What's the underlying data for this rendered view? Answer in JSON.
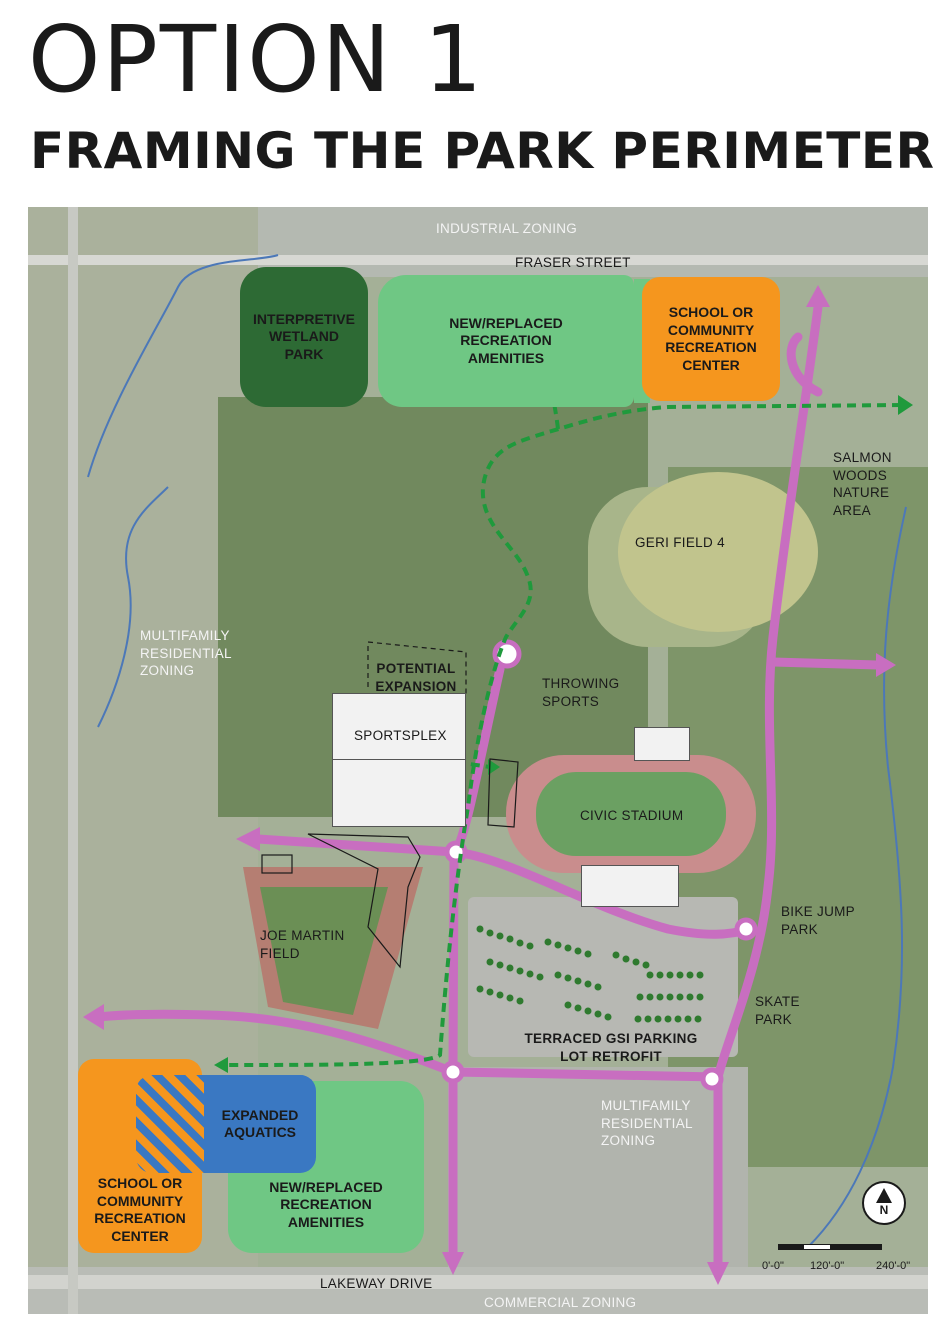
{
  "title": "OPTION 1",
  "subtitle": "FRAMING THE PARK PERIMETER",
  "zones": {
    "wetland": "INTERPRETIVE WETLAND PARK",
    "recreation_north": "NEW/REPLACED RECREATION AMENITIES",
    "school_north": "SCHOOL OR COMMUNITY RECREATION CENTER",
    "aquatics": "EXPANDED AQUATICS",
    "school_south": "SCHOOL OR COMMUNITY RECREATION CENTER",
    "recreation_south": "NEW/REPLACED RECREATION AMENITIES"
  },
  "labels": {
    "industrial": "INDUSTRIAL ZONING",
    "fraser": "FRASER STREET",
    "salmon_woods": "SALMON WOODS NATURE AREA",
    "geri": "GERI FIELD 4",
    "multifamily_west": "MULTIFAMILY RESIDENTIAL ZONING",
    "potential": "POTENTIAL EXPANSION",
    "throwing": "THROWING SPORTS",
    "sportsplex": "SPORTSPLEX",
    "stadium": "CIVIC STADIUM",
    "bike_jump": "BIKE JUMP PARK",
    "joe_martin": "JOE MARTIN FIELD",
    "skate": "SKATE PARK",
    "terraced": "TERRACED GSI PARKING LOT RETROFIT",
    "multifamily_east": "MULTIFAMILY RESIDENTIAL ZONING",
    "lakeway": "LAKEWAY DRIVE",
    "commercial": "COMMERCIAL ZONING"
  },
  "scale": {
    "s0": "0'-0\"",
    "s1": "120'-0\"",
    "s2": "240'-0\""
  },
  "north": "N",
  "colors": {
    "wetland": "#2d6a34",
    "recreation": "#6fc784",
    "school": "#f5961e",
    "aquatics": "#3a78c2",
    "vehicle_route": "#c86ec0",
    "trail": "#1f9a3c"
  },
  "icons": [
    "north-arrow-icon",
    "scale-bar-icon"
  ]
}
